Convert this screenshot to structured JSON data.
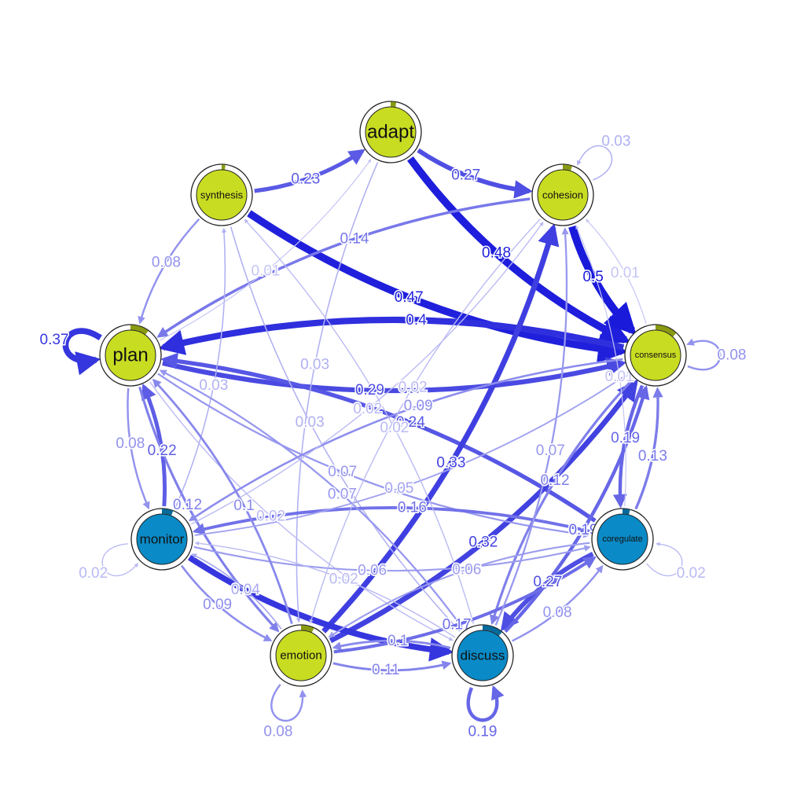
{
  "chart_data": {
    "type": "network",
    "node_color_a": "#c8dc22",
    "node_color_b": "#0a8ac6",
    "edge_color": "#1a1adb",
    "nodes": [
      {
        "id": "adapt",
        "label": "adapt",
        "group": "a",
        "pie": 0.03
      },
      {
        "id": "cohesion",
        "label": "cohesion",
        "group": "a",
        "pie": 0.05
      },
      {
        "id": "consensus",
        "label": "consensus",
        "group": "a",
        "pie": 0.12
      },
      {
        "id": "coregulate",
        "label": "coregulate",
        "group": "b",
        "pie": 0.04
      },
      {
        "id": "discuss",
        "label": "discuss",
        "group": "b",
        "pie": 0.11
      },
      {
        "id": "emotion",
        "label": "emotion",
        "group": "a",
        "pie": 0.07
      },
      {
        "id": "monitor",
        "label": "monitor",
        "group": "b",
        "pie": 0.06
      },
      {
        "id": "plan",
        "label": "plan",
        "group": "a",
        "pie": 0.1
      },
      {
        "id": "synthesis",
        "label": "synthesis",
        "group": "a",
        "pie": 0.02
      }
    ],
    "edges": [
      {
        "from": "synthesis",
        "to": "adapt",
        "weight": 0.23,
        "label": "0.23"
      },
      {
        "from": "adapt",
        "to": "cohesion",
        "weight": 0.27,
        "label": "0.27"
      },
      {
        "from": "adapt",
        "to": "consensus",
        "weight": 0.48,
        "label": "0.48"
      },
      {
        "from": "cohesion",
        "to": "consensus",
        "weight": 0.5,
        "label": "0.5"
      },
      {
        "from": "synthesis",
        "to": "consensus",
        "weight": 0.47,
        "label": "0.47"
      },
      {
        "from": "consensus",
        "to": "plan",
        "weight": 0.4,
        "label": "0.4"
      },
      {
        "from": "plan",
        "to": "consensus",
        "weight": 0.29,
        "label": "0.29"
      },
      {
        "from": "coregulate",
        "to": "plan",
        "weight": 0.24,
        "label": "0.24"
      },
      {
        "from": "emotion",
        "to": "cohesion",
        "weight": 0.33,
        "label": "0.33"
      },
      {
        "from": "emotion",
        "to": "consensus",
        "weight": 0.32,
        "label": "0.32"
      },
      {
        "from": "coregulate",
        "to": "discuss",
        "weight": 0.27,
        "label": "0.27"
      },
      {
        "from": "discuss",
        "to": "consensus",
        "weight": 0.19,
        "label": "0.19"
      },
      {
        "from": "consensus",
        "to": "coregulate",
        "weight": 0.19,
        "label": "0.19"
      },
      {
        "from": "coregulate",
        "to": "consensus",
        "weight": 0.13,
        "label": "0.13"
      },
      {
        "from": "monitor",
        "to": "plan",
        "weight": 0.22,
        "label": "0.22"
      },
      {
        "from": "plan",
        "to": "monitor",
        "weight": 0.08,
        "label": "0.08"
      },
      {
        "from": "monitor",
        "to": "discuss",
        "weight": 0.37,
        "label": ""
      },
      {
        "from": "monitor",
        "to": "emotion",
        "weight": 0.09,
        "label": "0.09"
      },
      {
        "from": "emotion",
        "to": "discuss",
        "weight": 0.11,
        "label": "0.11"
      },
      {
        "from": "discuss",
        "to": "emotion",
        "weight": 0.1,
        "label": "0.1"
      },
      {
        "from": "discuss",
        "to": "coregulate",
        "weight": 0.08,
        "label": "0.08"
      },
      {
        "from": "synthesis",
        "to": "plan",
        "weight": 0.08,
        "label": "0.08"
      },
      {
        "from": "cohesion",
        "to": "plan",
        "weight": 0.14,
        "label": "0.14"
      },
      {
        "from": "adapt",
        "to": "emotion",
        "weight": 0.03,
        "label": "0.03"
      },
      {
        "from": "synthesis",
        "to": "discuss",
        "weight": 0.03,
        "label": "0.03"
      },
      {
        "from": "monitor",
        "to": "synthesis",
        "weight": 0.03,
        "label": "0.03"
      },
      {
        "from": "plan",
        "to": "discuss",
        "weight": 0.02,
        "label": "0.02"
      },
      {
        "from": "plan",
        "to": "emotion",
        "weight": 0.12,
        "label": "0.12"
      },
      {
        "from": "plan",
        "to": "coregulate",
        "weight": 0.07,
        "label": "0.07"
      },
      {
        "from": "consensus",
        "to": "discuss",
        "weight": 0.12,
        "label": "0.12"
      },
      {
        "from": "coregulate",
        "to": "monitor",
        "weight": 0.16,
        "label": "0.16"
      },
      {
        "from": "consensus",
        "to": "monitor",
        "weight": 0.09,
        "label": "0.09"
      },
      {
        "from": "emotion",
        "to": "coregulate",
        "weight": 0.17,
        "label": "0.17"
      },
      {
        "from": "coregulate",
        "to": "emotion",
        "weight": 0.06,
        "label": "0.06"
      },
      {
        "from": "discuss",
        "to": "cohesion",
        "weight": 0.07,
        "label": "0.07"
      },
      {
        "from": "monitor",
        "to": "coregulate",
        "weight": 0.06,
        "label": "0.06"
      },
      {
        "from": "emotion",
        "to": "plan",
        "weight": 0.1,
        "label": "0.1"
      },
      {
        "from": "monitor",
        "to": "consensus",
        "weight": 0.05,
        "label": "0.05"
      },
      {
        "from": "discuss",
        "to": "plan",
        "weight": 0.07,
        "label": "0.07"
      },
      {
        "from": "monitor",
        "to": "cohesion",
        "weight": 0.02,
        "label": "0.02"
      },
      {
        "from": "emotion",
        "to": "monitor",
        "weight": 0.04,
        "label": "0.04"
      },
      {
        "from": "discuss",
        "to": "monitor",
        "weight": 0.02,
        "label": "0.02"
      },
      {
        "from": "coregulate",
        "to": "cohesion",
        "weight": 0.01,
        "label": "0.01"
      },
      {
        "from": "plan",
        "to": "adapt",
        "weight": 0.01,
        "label": "0.01"
      },
      {
        "from": "cohesion",
        "to": "emotion",
        "weight": 0.02,
        "label": "0.02"
      },
      {
        "from": "consensus",
        "to": "cohesion",
        "weight": 0.01,
        "label": "0.01"
      },
      {
        "from": "discuss",
        "to": "synthesis",
        "weight": 0.02,
        "label": "0.02"
      },
      {
        "from": "plan",
        "to": "plan",
        "weight": 0.37,
        "label": "0.37"
      },
      {
        "from": "consensus",
        "to": "consensus",
        "weight": 0.08,
        "label": "0.08"
      },
      {
        "from": "cohesion",
        "to": "cohesion",
        "weight": 0.03,
        "label": "0.03"
      },
      {
        "from": "coregulate",
        "to": "coregulate",
        "weight": 0.02,
        "label": "0.02"
      },
      {
        "from": "discuss",
        "to": "discuss",
        "weight": 0.19,
        "label": "0.19"
      },
      {
        "from": "emotion",
        "to": "emotion",
        "weight": 0.08,
        "label": "0.08"
      },
      {
        "from": "monitor",
        "to": "monitor",
        "weight": 0.02,
        "label": "0.02"
      }
    ]
  }
}
